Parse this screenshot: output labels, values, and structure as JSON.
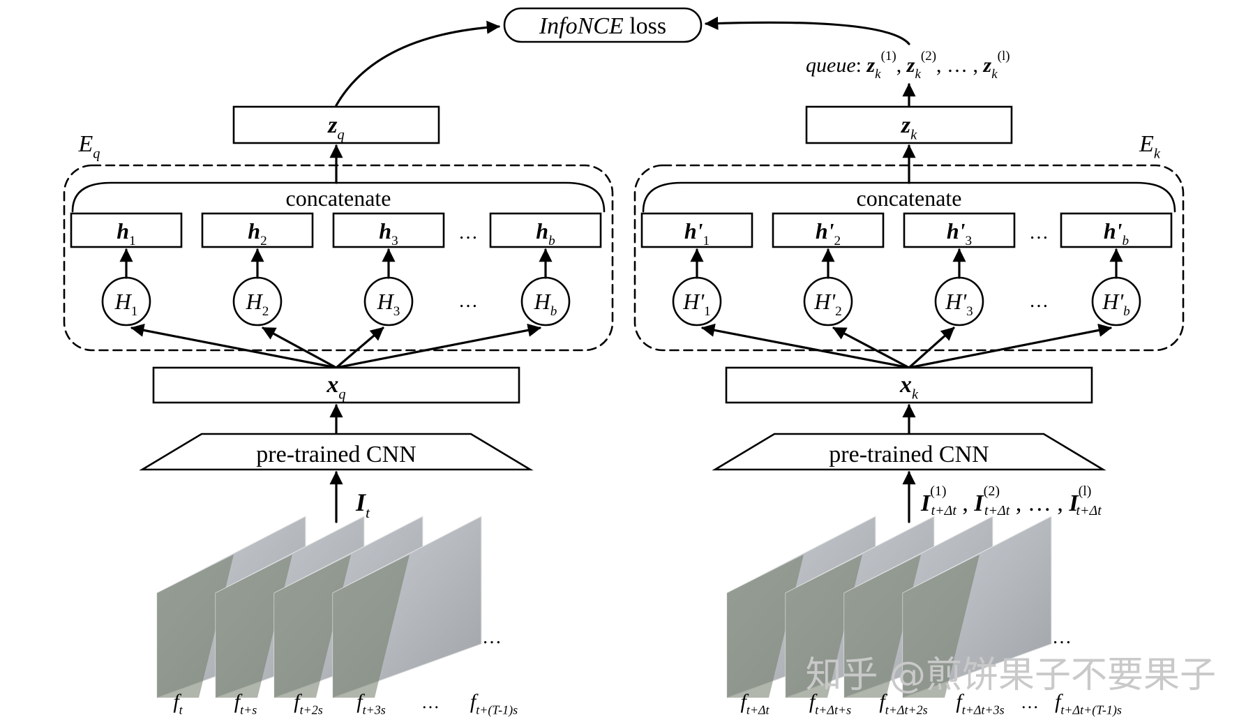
{
  "loss": {
    "name": "InfoNCE",
    "suffix": " loss"
  },
  "queue": {
    "label": "queue",
    "items": [
      {
        "base": "z",
        "sub": "k",
        "sup": "(1)"
      },
      {
        "base": "z",
        "sub": "k",
        "sup": "(2)"
      },
      {
        "base": "z",
        "sub": "k",
        "sup": "(l)"
      }
    ],
    "ellipsis": "…"
  },
  "query": {
    "encoder": {
      "base": "E",
      "sub": "q"
    },
    "output": {
      "base": "z",
      "sub": "q"
    },
    "concat": "concatenate",
    "heads": [
      {
        "base": "h",
        "sub": "1"
      },
      {
        "base": "h",
        "sub": "2"
      },
      {
        "base": "h",
        "sub": "3"
      },
      {
        "base": "h",
        "sub": "b"
      }
    ],
    "nets": [
      {
        "base": "H",
        "sub": "1"
      },
      {
        "base": "H",
        "sub": "2"
      },
      {
        "base": "H",
        "sub": "3"
      },
      {
        "base": "H",
        "sub": "b"
      }
    ],
    "feature": {
      "base": "x",
      "sub": "q"
    },
    "cnn": "pre-trained CNN",
    "input": {
      "base": "I",
      "sub": "t"
    },
    "frames": [
      {
        "base": "f",
        "sub": "t"
      },
      {
        "base": "f",
        "sub": "t+s"
      },
      {
        "base": "f",
        "sub": "t+2s"
      },
      {
        "base": "f",
        "sub": "t+3s"
      },
      {
        "base": "f",
        "sub": "t+(T-1)s"
      }
    ]
  },
  "key": {
    "encoder": {
      "base": "E",
      "sub": "k"
    },
    "output": {
      "base": "z",
      "sub": "k"
    },
    "concat": "concatenate",
    "heads": [
      {
        "base": "h'",
        "sub": "1"
      },
      {
        "base": "h'",
        "sub": "2"
      },
      {
        "base": "h'",
        "sub": "3"
      },
      {
        "base": "h'",
        "sub": "b"
      }
    ],
    "nets": [
      {
        "base": "H'",
        "sub": "1"
      },
      {
        "base": "H'",
        "sub": "2"
      },
      {
        "base": "H'",
        "sub": "3"
      },
      {
        "base": "H'",
        "sub": "b"
      }
    ],
    "feature": {
      "base": "x",
      "sub": "k"
    },
    "cnn": "pre-trained CNN",
    "inputs": [
      {
        "base": "I",
        "sub": "t+Δt",
        "sup": "(1)"
      },
      {
        "base": "I",
        "sub": "t+Δt",
        "sup": "(2)"
      },
      {
        "base": "I",
        "sub": "t+Δt",
        "sup": "(l)"
      }
    ],
    "frames": [
      {
        "base": "f",
        "sub": "t+Δt"
      },
      {
        "base": "f",
        "sub": "t+Δt+s"
      },
      {
        "base": "f",
        "sub": "t+Δt+2s"
      },
      {
        "base": "f",
        "sub": "t+Δt+3s"
      },
      {
        "base": "f",
        "sub": "t+Δt+(T-1)s"
      }
    ]
  },
  "ellipsis": "…",
  "sep_ellipsis": ", … ,",
  "watermark": "知乎 @煎饼果子不要果子"
}
